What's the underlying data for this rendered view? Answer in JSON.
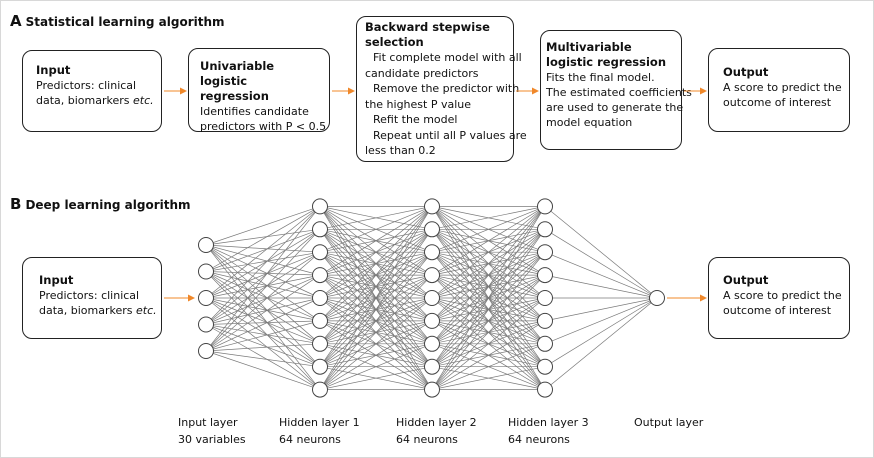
{
  "colors": {
    "arrow": "#f0882a",
    "edge": "#7a7a7a",
    "node_stroke": "#444444"
  },
  "section_a": {
    "letter": "A",
    "title": "Statistical learning algorithm",
    "input": {
      "title": "Input",
      "line1": "Predictors: clinical",
      "line2a": "data, biomarkers ",
      "line2b": "etc."
    },
    "univariable": {
      "title1": "Univariable logistic",
      "title2": "regression",
      "line1": "Identifies candidate",
      "line2": "predictors with P < 0.5"
    },
    "backward": {
      "title1": "Backward stepwise",
      "title2": "selection",
      "step1a": "Fit complete model with all",
      "step1b": "candidate predictors",
      "step2a": "Remove the predictor with",
      "step2b": "the highest P value",
      "step3": "Refit the model",
      "step4a": "Repeat until all P values are",
      "step4b": "less than 0.2"
    },
    "multivariable": {
      "title1": "Multivariable",
      "title2": "logistic regression",
      "line1": "Fits the final model.",
      "line2": "The estimated coefficients",
      "line3": "are used to generate the",
      "line4": "model equation"
    },
    "output": {
      "title": "Output",
      "line1": "A score to predict the",
      "line2": "outcome of interest"
    }
  },
  "section_b": {
    "letter": "B",
    "title": "Deep learning algorithm",
    "input": {
      "title": "Input",
      "line1": "Predictors: clinical",
      "line2a": "data, biomarkers ",
      "line2b": "etc."
    },
    "output": {
      "title": "Output",
      "line1": "A score to predict the",
      "line2": "outcome of interest"
    },
    "layers": [
      {
        "name": "Input layer",
        "size": "30 variables",
        "nodes": 5
      },
      {
        "name": "Hidden layer 1",
        "size": "64 neurons",
        "nodes": 9
      },
      {
        "name": "Hidden layer 2",
        "size": "64 neurons",
        "nodes": 9
      },
      {
        "name": "Hidden layer 3",
        "size": "64 neurons",
        "nodes": 9
      },
      {
        "name": "Output layer",
        "size": "",
        "nodes": 1
      }
    ]
  }
}
